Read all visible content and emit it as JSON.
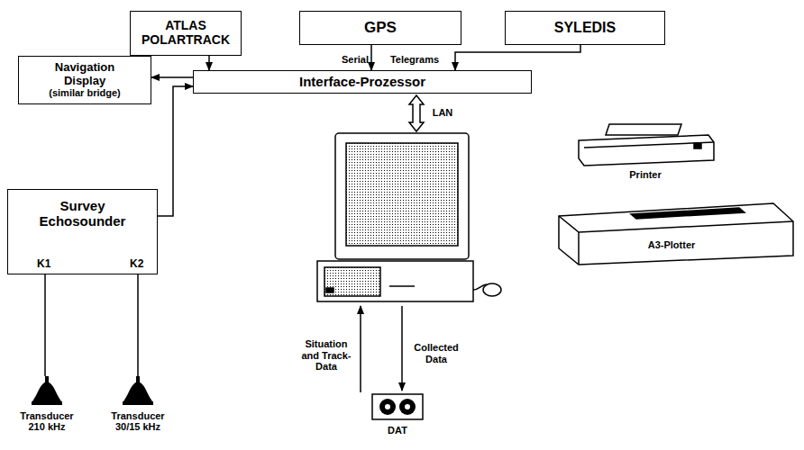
{
  "diagram": {
    "nodes": [
      {
        "text": [
          "ATLAS POLARTRACK"
        ]
      },
      {
        "text": [
          "GPS"
        ]
      },
      {
        "text": [
          "SYLEDIS"
        ]
      },
      {
        "text": [
          "Navigation Display",
          "(similar bridge)"
        ]
      },
      {
        "text": [
          "Interface-Prozessor"
        ]
      },
      {
        "text": [
          "Survey Echosounder",
          "K1",
          "K2"
        ]
      },
      {
        "text": [
          "Transducer 210 kHz"
        ]
      },
      {
        "text": [
          "Transducer 30/15 kHz"
        ]
      },
      {
        "text": [
          "DAT"
        ]
      }
    ],
    "edges": [
      {
        "from": 0,
        "to": 4,
        "arrow": "to"
      },
      {
        "from": 1,
        "to": 4,
        "arrow": "to"
      },
      {
        "from": 2,
        "to": 4,
        "arrow": "to"
      },
      {
        "from": 4,
        "to": 3,
        "arrow": "to"
      },
      {
        "from": 5,
        "to": 4,
        "arrow": "to"
      },
      {
        "from": 5,
        "to": 6,
        "arrow": "none"
      },
      {
        "from": 5,
        "to": 7,
        "arrow": "none"
      }
    ],
    "labels": [
      "Serial",
      "Telegrams",
      "LAN",
      "Situation and Track-Data",
      "Collected Data",
      "Printer",
      "A3-Plotter"
    ]
  }
}
